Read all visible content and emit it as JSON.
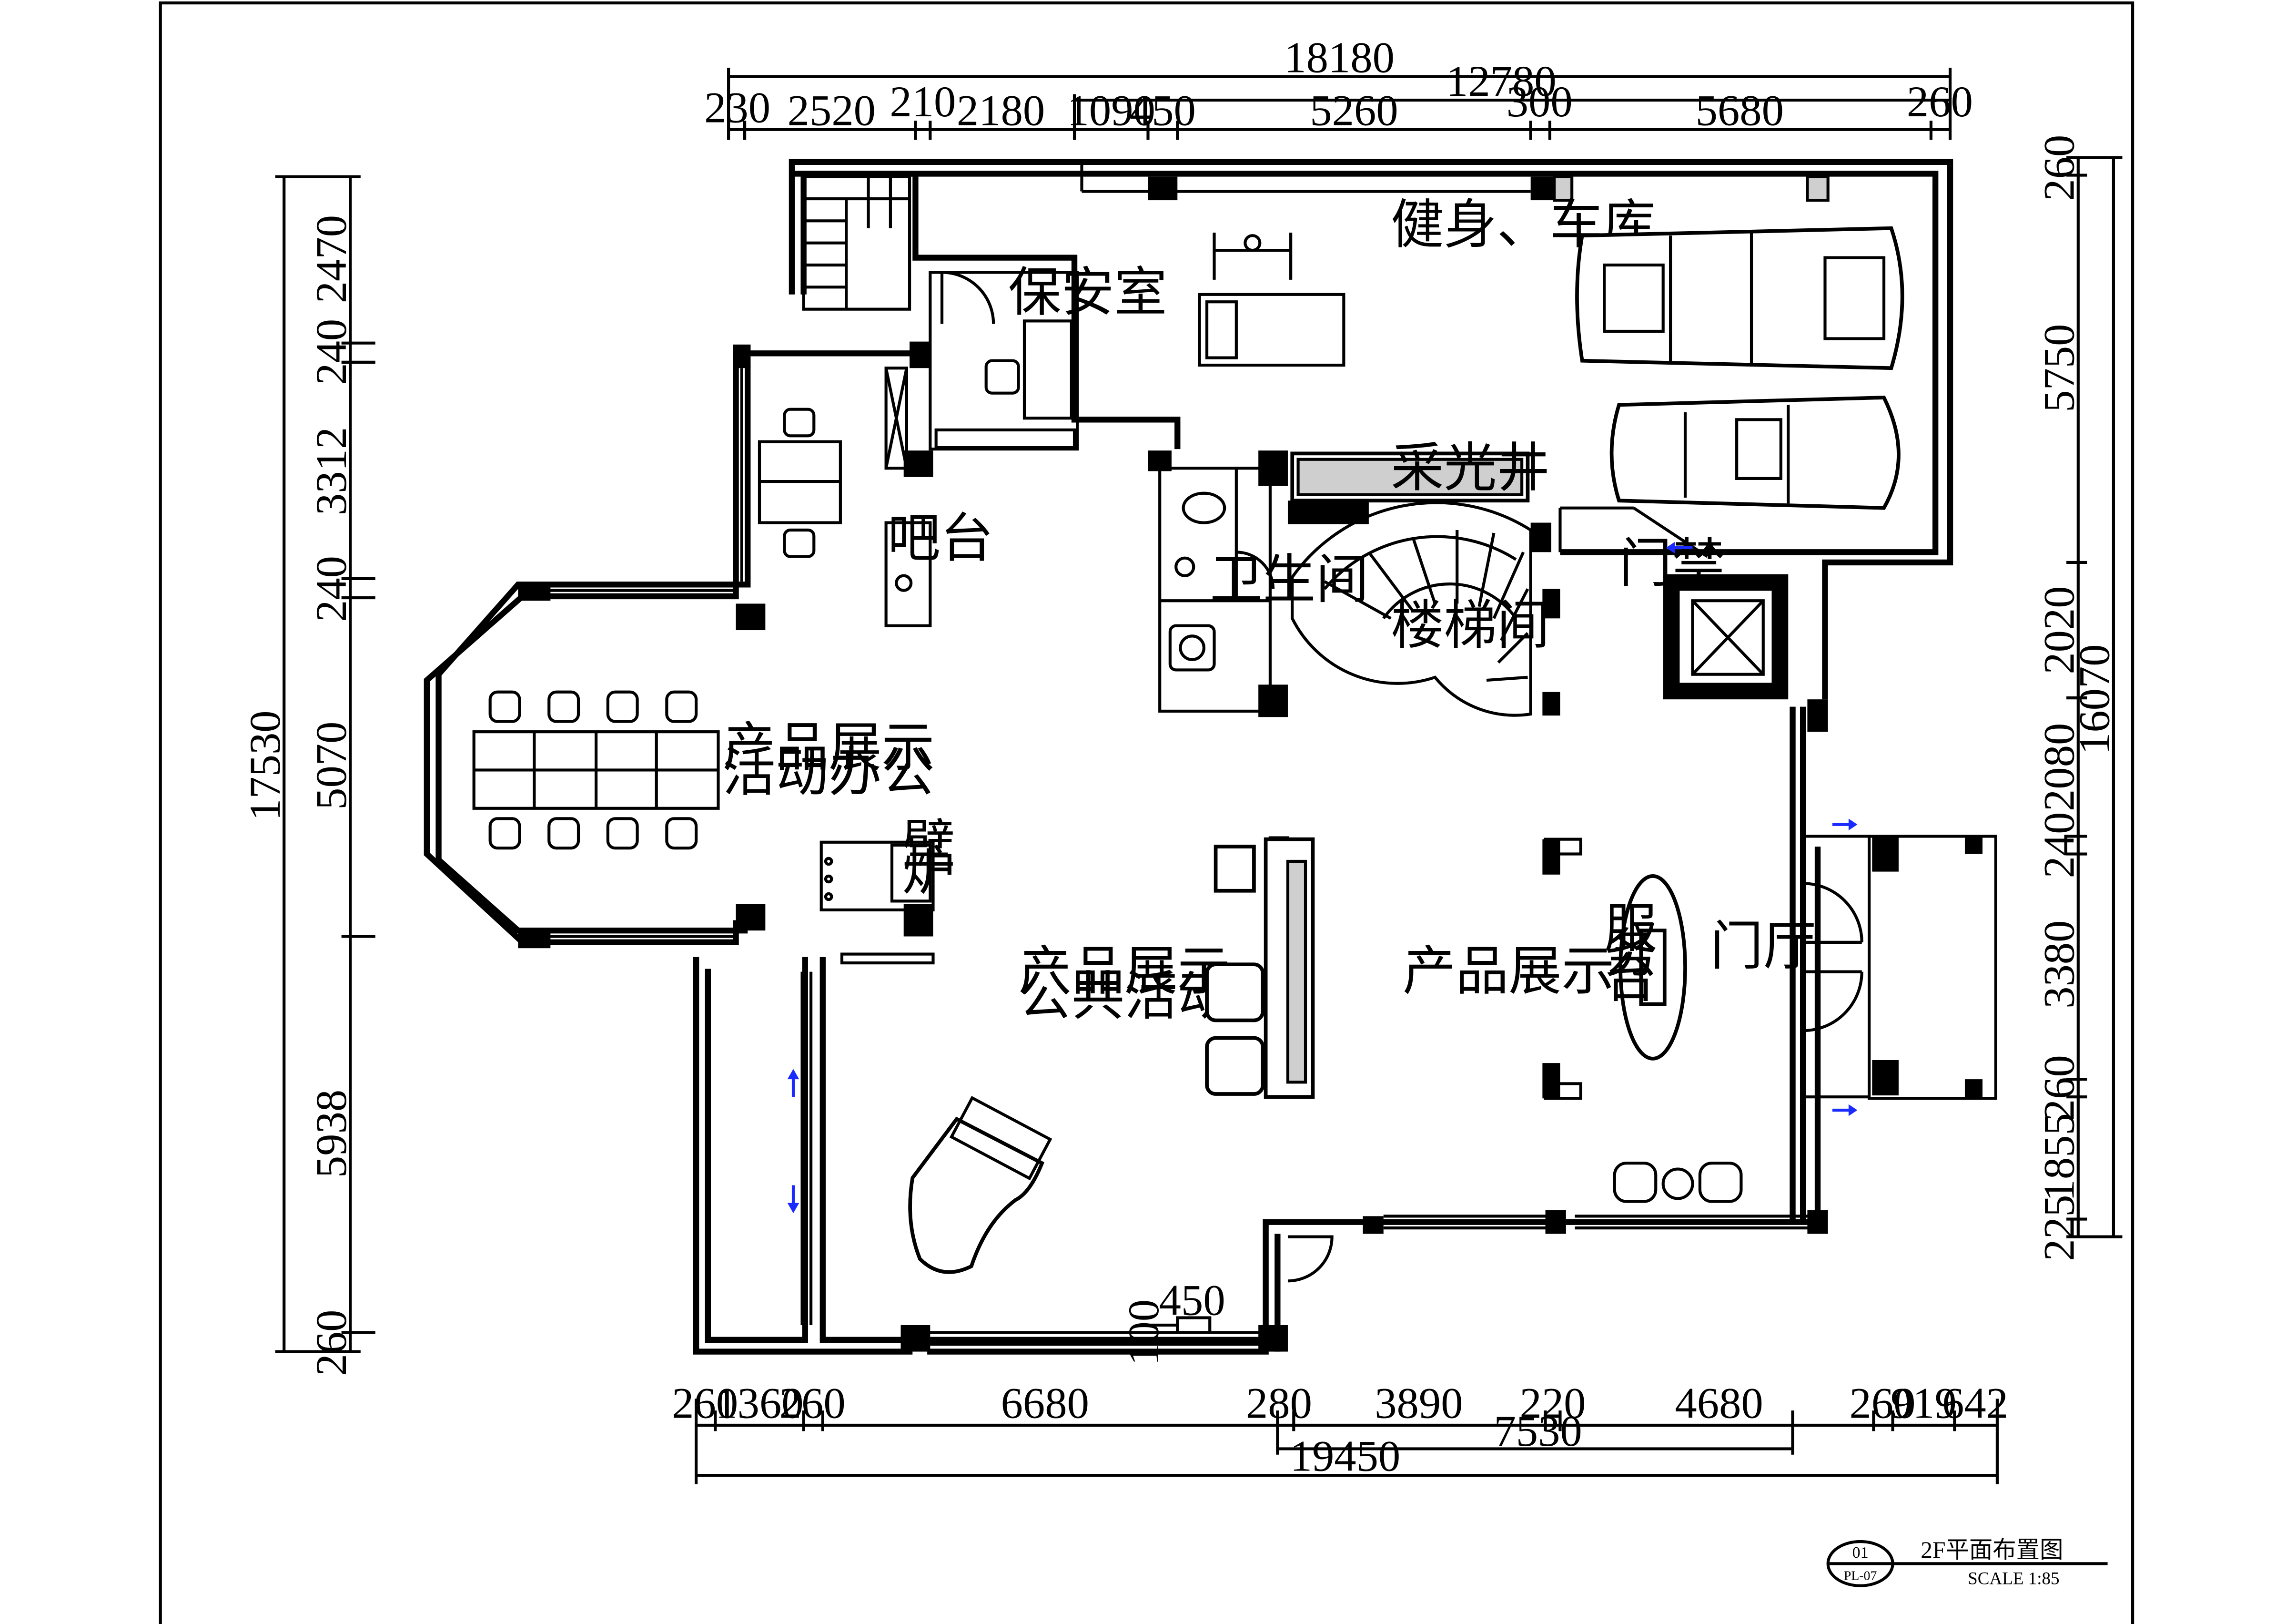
{
  "drawing": {
    "title": "2F平面布置图",
    "scale": "SCALE  1:85",
    "sheet_number": "01",
    "sheet_code": "PL-07"
  },
  "rooms": {
    "fitness_garage": "健身、车库",
    "security_room": "保安室",
    "skylight": "采光井",
    "bar": "吧台",
    "bathroom": "卫生间",
    "stair": "楼梯间",
    "access_control": "门禁",
    "product_office_line1": "产品展示",
    "product_office_line2": "活动办公",
    "fireplace_line1": "壁",
    "fireplace_line2": "炉",
    "product_public_line1": "产品展示",
    "product_public_line2": "公共活动",
    "product_display": "产品展示",
    "service_desk_line1": "服",
    "service_desk_line2": "务",
    "service_desk_line3": "台",
    "lobby": "门厅"
  },
  "dimensions": {
    "top_overall": "18180",
    "top_sub": "12780",
    "top_segments": [
      "230",
      "2520",
      "210",
      "2180",
      "1090",
      "450",
      "5260",
      "300",
      "5680",
      "260"
    ],
    "bottom_segments": [
      "260",
      "1360",
      "260",
      "6680",
      "280",
      "3890",
      "220",
      "4680",
      "260",
      "919",
      "642"
    ],
    "bottom_sub": "7530",
    "bottom_overall": "19450",
    "left_segments": [
      "2470",
      "240",
      "3312",
      "240",
      "5070",
      "5938",
      "260"
    ],
    "left_overall": "17530",
    "right_segments": [
      "260",
      "5750",
      "2020",
      "2080",
      "240",
      "3380",
      "260",
      "1855",
      "225"
    ],
    "right_overall": "16070",
    "window_450": "450",
    "window_100": "100"
  }
}
